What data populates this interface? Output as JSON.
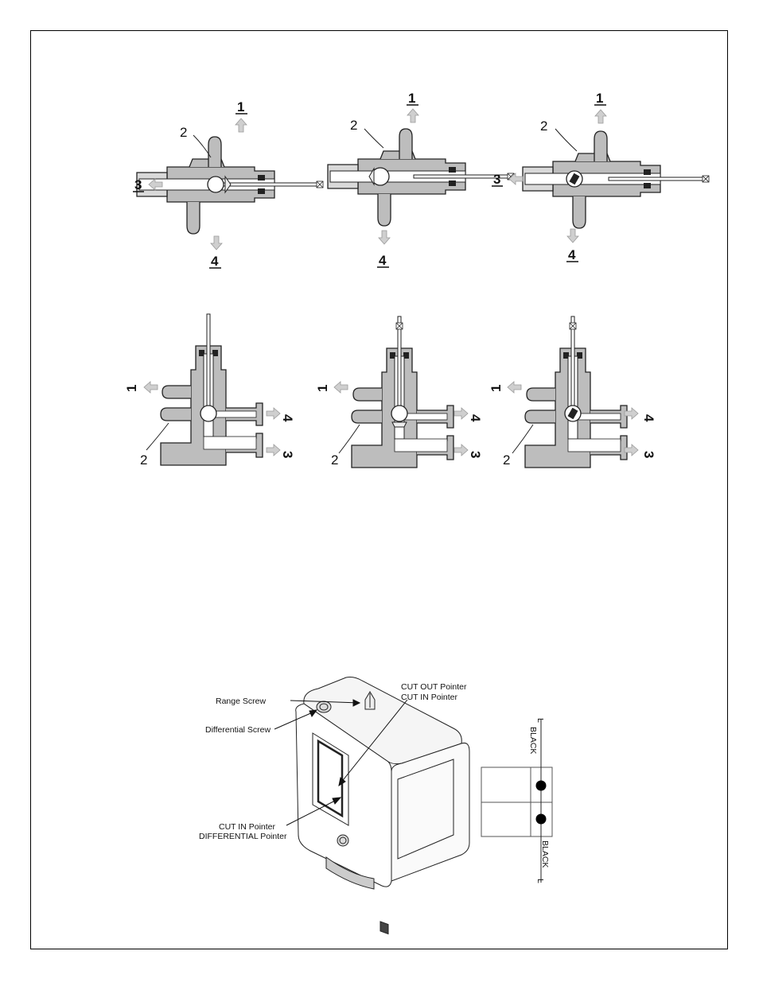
{
  "valves_top": [
    {
      "out_up": "1",
      "body": "2",
      "out_left": "3",
      "out_down": "4"
    },
    {
      "out_up": "1",
      "body": "2",
      "out_down": "4"
    },
    {
      "out_up": "1",
      "body": "2",
      "out_left": "3",
      "out_down": "4"
    }
  ],
  "valves_bottom": [
    {
      "out_left": "1",
      "body": "2",
      "out_right_top": "4",
      "out_right_bottom": "3"
    },
    {
      "out_left": "1",
      "body": "2",
      "out_right_top": "4",
      "out_right_bottom": "3"
    },
    {
      "out_left": "1",
      "body": "2",
      "out_right_top": "4",
      "out_right_bottom": "3"
    }
  ],
  "switch": {
    "range_screw": "Range Screw",
    "differential_screw": "Differential Screw",
    "cutout_pointer": "CUT OUT  Pointer",
    "cutin_pointer_top": "CUT IN Pointer",
    "cutin_pointer_bottom": "CUT IN Pointer",
    "differential_pointer": "DIFFERENTIAL Pointer"
  },
  "wiring": {
    "top_letter": "L",
    "top_wire": "BLACK",
    "bottom_wire": "BLACK",
    "bottom_letter": "L"
  }
}
